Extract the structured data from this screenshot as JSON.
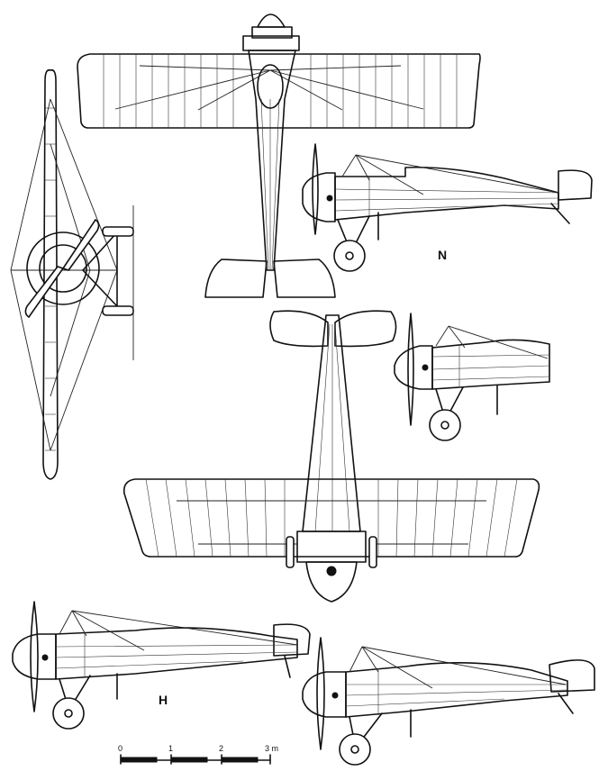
{
  "labels": {
    "variant_n": "N",
    "variant_h": "H"
  },
  "scale_bar": {
    "ticks": [
      "0",
      "1",
      "2",
      "3 m"
    ]
  }
}
